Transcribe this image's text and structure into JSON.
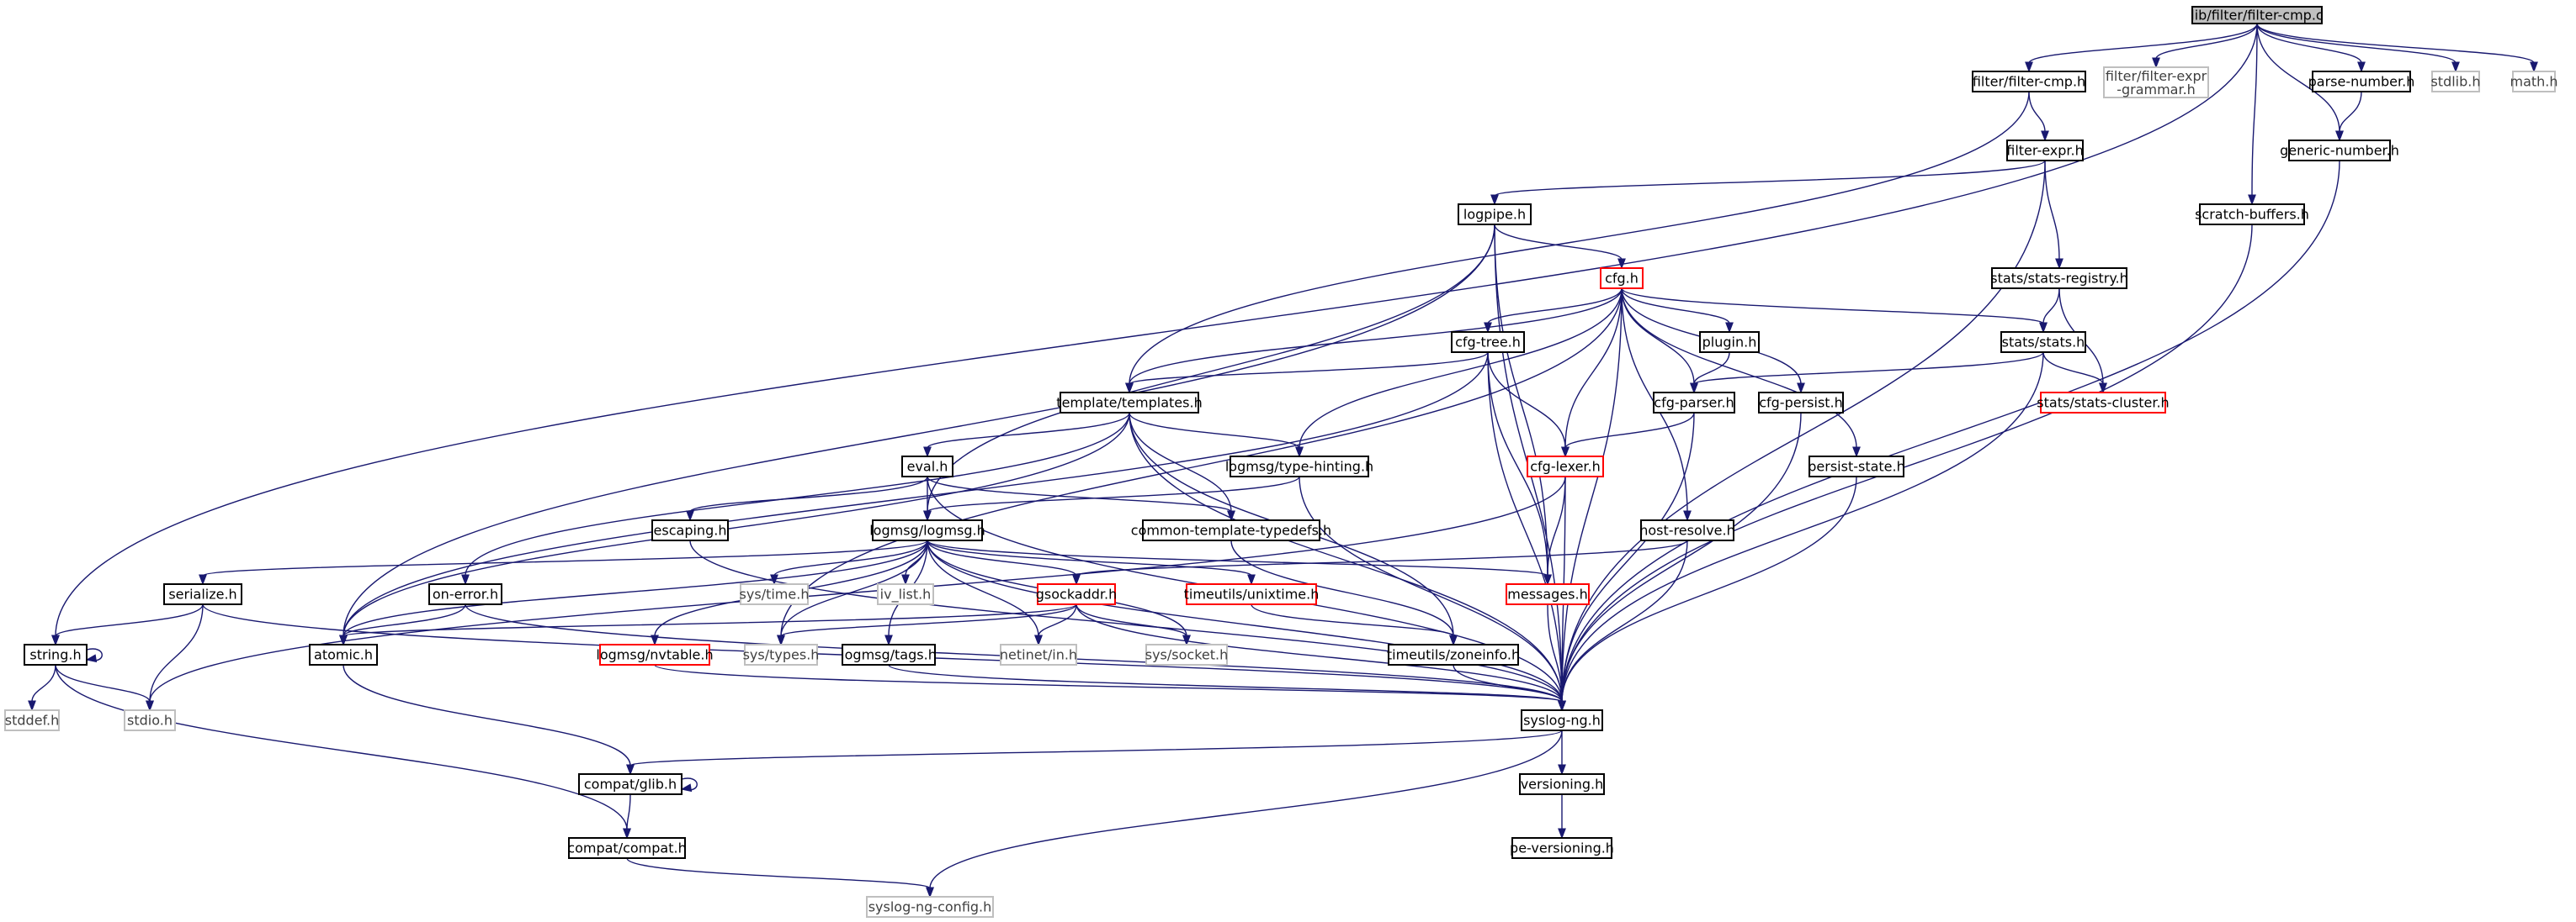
{
  "title": "lib/filter/filter-cmp.c",
  "colors": {
    "edge": "#191970",
    "node_border": "#000000",
    "missing_border": "#ff0000",
    "external_border": "#bfbfbf",
    "root_fill": "#bfbfbf"
  },
  "nodes": [
    {
      "id": "root",
      "label": "lib/filter/filter-cmp.c",
      "style": "root"
    },
    {
      "id": "string_h",
      "label": "string.h",
      "style": "solid"
    },
    {
      "id": "filter_cmp_h",
      "label": "filter/filter-cmp.h",
      "style": "solid"
    },
    {
      "id": "filter_expr_grammar_h",
      "label": "filter/filter-expr\n-grammar.h",
      "style": "gray"
    },
    {
      "id": "scratch_buffers_h",
      "label": "scratch-buffers.h",
      "style": "solid"
    },
    {
      "id": "parse_number_h",
      "label": "parse-number.h",
      "style": "solid"
    },
    {
      "id": "generic_number_h",
      "label": "generic-number.h",
      "style": "solid"
    },
    {
      "id": "stdlib_h",
      "label": "stdlib.h",
      "style": "gray"
    },
    {
      "id": "math_h",
      "label": "math.h",
      "style": "gray"
    },
    {
      "id": "template_templates_h",
      "label": "template/templates.h",
      "style": "solid"
    },
    {
      "id": "filter_expr_h",
      "label": "filter-expr.h",
      "style": "solid"
    },
    {
      "id": "logpipe_h",
      "label": "logpipe.h",
      "style": "solid"
    },
    {
      "id": "stats_stats_registry_h",
      "label": "stats/stats-registry.h",
      "style": "solid"
    },
    {
      "id": "cfg_h",
      "label": "cfg.h",
      "style": "red"
    },
    {
      "id": "stats_stats_h",
      "label": "stats/stats.h",
      "style": "solid"
    },
    {
      "id": "stats_stats_cluster_h",
      "label": "stats/stats-cluster.h",
      "style": "red"
    },
    {
      "id": "cfg_tree_h",
      "label": "cfg-tree.h",
      "style": "solid"
    },
    {
      "id": "plugin_h",
      "label": "plugin.h",
      "style": "solid"
    },
    {
      "id": "cfg_parser_h",
      "label": "cfg-parser.h",
      "style": "solid"
    },
    {
      "id": "cfg_persist_h",
      "label": "cfg-persist.h",
      "style": "solid"
    },
    {
      "id": "cfg_lexer_h",
      "label": "cfg-lexer.h",
      "style": "red"
    },
    {
      "id": "persist_state_h",
      "label": "persist-state.h",
      "style": "solid"
    },
    {
      "id": "logmsg_type_hinting_h",
      "label": "logmsg/type-hinting.h",
      "style": "solid"
    },
    {
      "id": "eval_h",
      "label": "eval.h",
      "style": "solid"
    },
    {
      "id": "escaping_h",
      "label": "escaping.h",
      "style": "solid"
    },
    {
      "id": "logmsg_logmsg_h",
      "label": "logmsg/logmsg.h",
      "style": "solid"
    },
    {
      "id": "common_template_typedefs_h",
      "label": "common-template-typedefs.h",
      "style": "solid"
    },
    {
      "id": "host_resolve_h",
      "label": "host-resolve.h",
      "style": "solid"
    },
    {
      "id": "serialize_h",
      "label": "serialize.h",
      "style": "solid"
    },
    {
      "id": "on_error_h",
      "label": "on-error.h",
      "style": "solid"
    },
    {
      "id": "sys_time_h",
      "label": "sys/time.h",
      "style": "gray"
    },
    {
      "id": "iv_list_h",
      "label": "iv_list.h",
      "style": "gray"
    },
    {
      "id": "gsockaddr_h",
      "label": "gsockaddr.h",
      "style": "red"
    },
    {
      "id": "timeutils_unixtime_h",
      "label": "timeutils/unixtime.h",
      "style": "red"
    },
    {
      "id": "messages_h",
      "label": "messages.h",
      "style": "red"
    },
    {
      "id": "atomic_h",
      "label": "atomic.h",
      "style": "solid"
    },
    {
      "id": "logmsg_nvtable_h",
      "label": "logmsg/nvtable.h",
      "style": "red"
    },
    {
      "id": "sys_types_h",
      "label": "sys/types.h",
      "style": "gray"
    },
    {
      "id": "logmsg_tags_h",
      "label": "logmsg/tags.h",
      "style": "solid"
    },
    {
      "id": "netinet_in_h",
      "label": "netinet/in.h",
      "style": "gray"
    },
    {
      "id": "sys_socket_h",
      "label": "sys/socket.h",
      "style": "gray"
    },
    {
      "id": "timeutils_zoneinfo_h",
      "label": "timeutils/zoneinfo.h",
      "style": "solid"
    },
    {
      "id": "stddef_h",
      "label": "stddef.h",
      "style": "gray"
    },
    {
      "id": "stdio_h",
      "label": "stdio.h",
      "style": "gray"
    },
    {
      "id": "syslog_ng_h",
      "label": "syslog-ng.h",
      "style": "solid"
    },
    {
      "id": "compat_glib_h",
      "label": "compat/glib.h",
      "style": "solid"
    },
    {
      "id": "versioning_h",
      "label": "versioning.h",
      "style": "solid"
    },
    {
      "id": "compat_compat_h",
      "label": "compat/compat.h",
      "style": "solid"
    },
    {
      "id": "pe_versioning_h",
      "label": "pe-versioning.h",
      "style": "solid"
    },
    {
      "id": "syslog_ng_config_h",
      "label": "syslog-ng-config.h",
      "style": "gray"
    }
  ],
  "edges": [
    [
      "root",
      "string_h"
    ],
    [
      "root",
      "filter_cmp_h"
    ],
    [
      "root",
      "filter_expr_grammar_h"
    ],
    [
      "root",
      "scratch_buffers_h"
    ],
    [
      "root",
      "parse_number_h"
    ],
    [
      "root",
      "generic_number_h"
    ],
    [
      "root",
      "stdlib_h"
    ],
    [
      "root",
      "math_h"
    ],
    [
      "filter_cmp_h",
      "template_templates_h"
    ],
    [
      "filter_cmp_h",
      "filter_expr_h"
    ],
    [
      "filter_expr_h",
      "logpipe_h"
    ],
    [
      "filter_expr_h",
      "stats_stats_registry_h"
    ],
    [
      "filter_expr_h",
      "syslog_ng_h"
    ],
    [
      "parse_number_h",
      "generic_number_h"
    ],
    [
      "generic_number_h",
      "syslog_ng_h"
    ],
    [
      "scratch_buffers_h",
      "syslog_ng_h"
    ],
    [
      "logpipe_h",
      "cfg_h"
    ],
    [
      "logpipe_h",
      "atomic_h"
    ],
    [
      "logpipe_h",
      "logmsg_logmsg_h"
    ],
    [
      "logpipe_h",
      "messages_h"
    ],
    [
      "logpipe_h",
      "syslog_ng_h"
    ],
    [
      "stats_stats_registry_h",
      "stats_stats_h"
    ],
    [
      "stats_stats_registry_h",
      "stats_stats_cluster_h"
    ],
    [
      "stats_stats_h",
      "stats_stats_cluster_h"
    ],
    [
      "stats_stats_h",
      "cfg_parser_h"
    ],
    [
      "stats_stats_h",
      "syslog_ng_h"
    ],
    [
      "cfg_h",
      "cfg_tree_h"
    ],
    [
      "cfg_h",
      "plugin_h"
    ],
    [
      "cfg_h",
      "cfg_parser_h"
    ],
    [
      "cfg_h",
      "cfg_persist_h"
    ],
    [
      "cfg_h",
      "stats_stats_h"
    ],
    [
      "cfg_h",
      "template_templates_h"
    ],
    [
      "cfg_h",
      "cfg_lexer_h"
    ],
    [
      "cfg_h",
      "logmsg_type_hinting_h"
    ],
    [
      "cfg_h",
      "host_resolve_h"
    ],
    [
      "cfg_h",
      "persist_state_h"
    ],
    [
      "cfg_h",
      "sys_types_h"
    ],
    [
      "cfg_h",
      "syslog_ng_h"
    ],
    [
      "cfg_tree_h",
      "template_templates_h"
    ],
    [
      "cfg_tree_h",
      "cfg_lexer_h"
    ],
    [
      "cfg_tree_h",
      "messages_h"
    ],
    [
      "cfg_tree_h",
      "atomic_h"
    ],
    [
      "cfg_tree_h",
      "syslog_ng_h"
    ],
    [
      "plugin_h",
      "cfg_parser_h"
    ],
    [
      "cfg_parser_h",
      "cfg_lexer_h"
    ],
    [
      "cfg_parser_h",
      "syslog_ng_h"
    ],
    [
      "cfg_persist_h",
      "syslog_ng_h"
    ],
    [
      "persist_state_h",
      "syslog_ng_h"
    ],
    [
      "cfg_lexer_h",
      "stdio_h"
    ],
    [
      "cfg_lexer_h",
      "messages_h"
    ],
    [
      "cfg_lexer_h",
      "syslog_ng_h"
    ],
    [
      "template_templates_h",
      "eval_h"
    ],
    [
      "template_templates_h",
      "logmsg_type_hinting_h"
    ],
    [
      "template_templates_h",
      "common_template_typedefs_h"
    ],
    [
      "template_templates_h",
      "timeutils_zoneinfo_h"
    ],
    [
      "template_templates_h",
      "atomic_h"
    ],
    [
      "template_templates_h",
      "on_error_h"
    ],
    [
      "template_templates_h",
      "syslog_ng_h"
    ],
    [
      "logmsg_type_hinting_h",
      "logmsg_logmsg_h"
    ],
    [
      "logmsg_type_hinting_h",
      "syslog_ng_h"
    ],
    [
      "eval_h",
      "escaping_h"
    ],
    [
      "eval_h",
      "logmsg_logmsg_h"
    ],
    [
      "eval_h",
      "common_template_typedefs_h"
    ],
    [
      "eval_h",
      "syslog_ng_h"
    ],
    [
      "escaping_h",
      "syslog_ng_h"
    ],
    [
      "logmsg_logmsg_h",
      "serialize_h"
    ],
    [
      "logmsg_logmsg_h",
      "sys_time_h"
    ],
    [
      "logmsg_logmsg_h",
      "iv_list_h"
    ],
    [
      "logmsg_logmsg_h",
      "gsockaddr_h"
    ],
    [
      "logmsg_logmsg_h",
      "timeutils_unixtime_h"
    ],
    [
      "logmsg_logmsg_h",
      "messages_h"
    ],
    [
      "logmsg_logmsg_h",
      "atomic_h"
    ],
    [
      "logmsg_logmsg_h",
      "logmsg_nvtable_h"
    ],
    [
      "logmsg_logmsg_h",
      "sys_types_h"
    ],
    [
      "logmsg_logmsg_h",
      "logmsg_tags_h"
    ],
    [
      "logmsg_logmsg_h",
      "netinet_in_h"
    ],
    [
      "logmsg_logmsg_h",
      "sys_socket_h"
    ],
    [
      "logmsg_logmsg_h",
      "syslog_ng_h"
    ],
    [
      "common_template_typedefs_h",
      "timeutils_zoneinfo_h"
    ],
    [
      "host_resolve_h",
      "gsockaddr_h"
    ],
    [
      "host_resolve_h",
      "syslog_ng_h"
    ],
    [
      "serialize_h",
      "string_h"
    ],
    [
      "serialize_h",
      "stdio_h"
    ],
    [
      "serialize_h",
      "syslog_ng_h"
    ],
    [
      "on_error_h",
      "atomic_h"
    ],
    [
      "on_error_h",
      "syslog_ng_h"
    ],
    [
      "gsockaddr_h",
      "atomic_h"
    ],
    [
      "gsockaddr_h",
      "sys_types_h"
    ],
    [
      "gsockaddr_h",
      "netinet_in_h"
    ],
    [
      "gsockaddr_h",
      "sys_socket_h"
    ],
    [
      "gsockaddr_h",
      "syslog_ng_h"
    ],
    [
      "timeutils_unixtime_h",
      "timeutils_zoneinfo_h"
    ],
    [
      "messages_h",
      "syslog_ng_h"
    ],
    [
      "atomic_h",
      "compat_glib_h"
    ],
    [
      "logmsg_nvtable_h",
      "syslog_ng_h"
    ],
    [
      "logmsg_tags_h",
      "syslog_ng_h"
    ],
    [
      "timeutils_zoneinfo_h",
      "syslog_ng_h"
    ],
    [
      "string_h",
      "string_h"
    ],
    [
      "string_h",
      "stddef_h"
    ],
    [
      "string_h",
      "stdio_h"
    ],
    [
      "string_h",
      "compat_compat_h"
    ],
    [
      "syslog_ng_h",
      "compat_glib_h"
    ],
    [
      "syslog_ng_h",
      "versioning_h"
    ],
    [
      "syslog_ng_h",
      "syslog_ng_config_h"
    ],
    [
      "compat_glib_h",
      "compat_glib_h"
    ],
    [
      "compat_glib_h",
      "compat_compat_h"
    ],
    [
      "versioning_h",
      "pe_versioning_h"
    ],
    [
      "compat_compat_h",
      "syslog_ng_config_h"
    ]
  ]
}
